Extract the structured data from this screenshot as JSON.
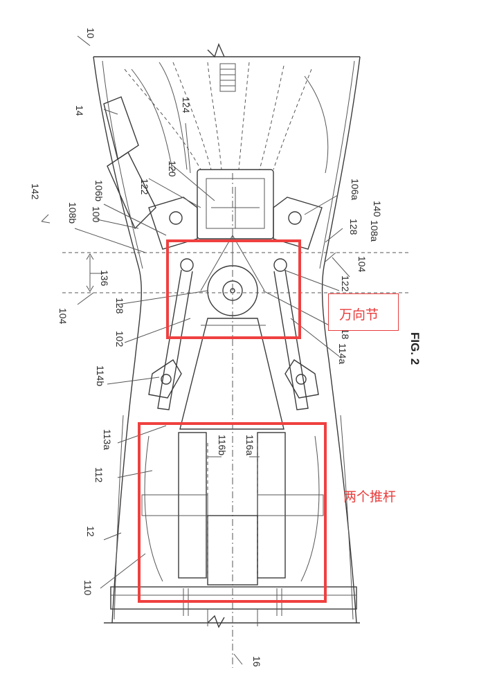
{
  "figure": {
    "caption": "FIG. 2"
  },
  "reference_labels": [
    {
      "id": "r10",
      "text": "10"
    },
    {
      "id": "r14",
      "text": "14"
    },
    {
      "id": "r124",
      "text": "124"
    },
    {
      "id": "r120",
      "text": "120"
    },
    {
      "id": "r122a",
      "text": "122"
    },
    {
      "id": "r106b",
      "text": "106b"
    },
    {
      "id": "r142",
      "text": "142"
    },
    {
      "id": "r108b",
      "text": "108b"
    },
    {
      "id": "r100",
      "text": "100"
    },
    {
      "id": "r136",
      "text": "136"
    },
    {
      "id": "r104a",
      "text": "104"
    },
    {
      "id": "r128a",
      "text": "128"
    },
    {
      "id": "r102",
      "text": "102"
    },
    {
      "id": "r114b",
      "text": "114b"
    },
    {
      "id": "r113a",
      "text": "113a"
    },
    {
      "id": "r112",
      "text": "112"
    },
    {
      "id": "r12",
      "text": "12"
    },
    {
      "id": "r110",
      "text": "110"
    },
    {
      "id": "r16",
      "text": "16"
    },
    {
      "id": "r116b",
      "text": "116b"
    },
    {
      "id": "r116a",
      "text": "116a"
    },
    {
      "id": "r106a",
      "text": "106a"
    },
    {
      "id": "r140",
      "text": "140"
    },
    {
      "id": "r128b",
      "text": "128"
    },
    {
      "id": "r108a",
      "text": "108a"
    },
    {
      "id": "r104b",
      "text": "104"
    },
    {
      "id": "r122b",
      "text": "122"
    },
    {
      "id": "r118",
      "text": "118"
    },
    {
      "id": "r114a",
      "text": "114a"
    }
  ],
  "annotations": {
    "universal_joint": {
      "label": "万向节",
      "color": "#e83b3b"
    },
    "two_push_rods": {
      "label": "两个推杆",
      "color": "#e83b3b"
    }
  }
}
